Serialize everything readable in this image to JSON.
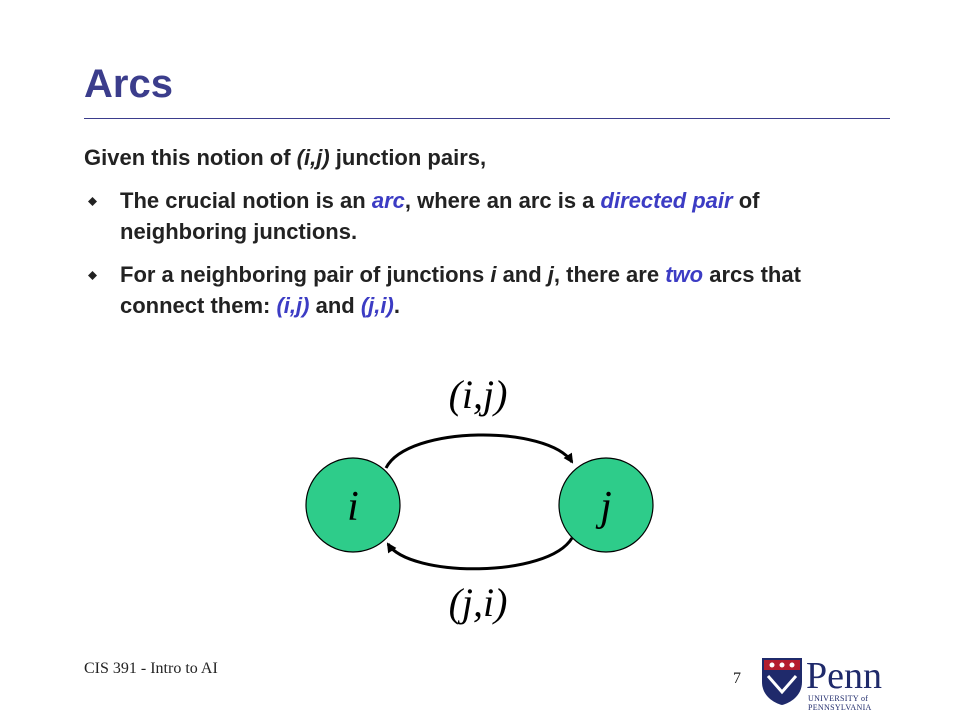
{
  "slide": {
    "title": "Arcs",
    "lead": {
      "before": "Given this notion of ",
      "term": "(i,j)",
      "after": " junction pairs,"
    },
    "bullets": [
      {
        "p1": "The crucial notion is an ",
        "arc": "arc",
        "p2": ", where an arc is a ",
        "directed": "directed pair",
        "p3": " of neighboring junctions."
      },
      {
        "p1": "For a neighboring pair of junctions ",
        "i": "i",
        "p2": " and ",
        "j": "j",
        "p3": ", there are ",
        "two": "two",
        "p4": " arcs that connect them: ",
        "ij": "(i,j)",
        "p5": " and ",
        "ji": "(j,i)",
        "p6": "."
      }
    ]
  },
  "diagram": {
    "node_left": "i",
    "node_right": "j",
    "arc_top_label": "(i,j)",
    "arc_bottom_label": "(j,i)",
    "node_color": "#2ecc8a"
  },
  "footer": {
    "course": "CIS 391 - Intro to AI",
    "page": "7",
    "logo_word": "Penn",
    "logo_sub": "UNIVERSITY of PENNSYLVANIA"
  }
}
